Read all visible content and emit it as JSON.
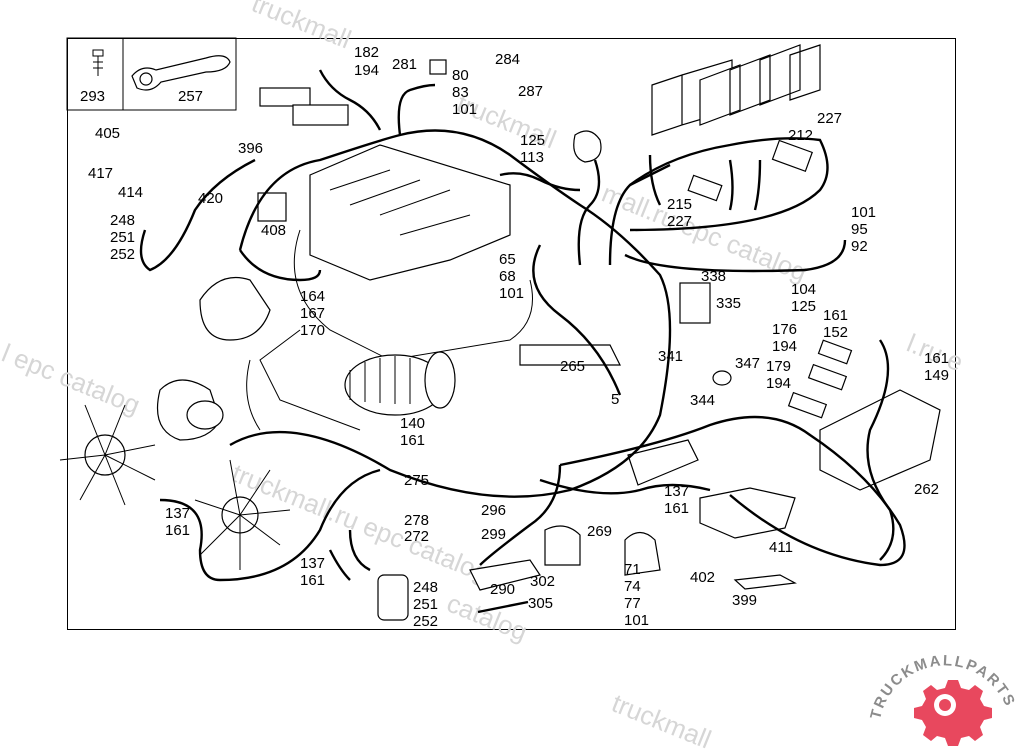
{
  "watermark": {
    "text_1": "truckmall",
    "text_2": "l epc catalog",
    "text_3": "truckmall",
    "text_4": "mall.ru epc catalog",
    "text_5": "catalog",
    "text_6": "truckmall.ru epc catalog",
    "text_7": "ru epc catalog",
    "text_8": "l.ru e"
  },
  "logo": {
    "brand": "TRUCKMALLPARTS",
    "colors": {
      "gray": "#8c8c8c",
      "red": "#e8485e"
    }
  },
  "callouts": [
    "293",
    "257",
    "182",
    "194",
    "281",
    "80",
    "83",
    "101",
    "284",
    "287",
    "405",
    "396",
    "417",
    "414",
    "420",
    "248",
    "251",
    "252",
    "408",
    "125",
    "113",
    "227",
    "212",
    "215",
    "227",
    "101",
    "95",
    "92",
    "65",
    "68",
    "101",
    "338",
    "335",
    "104",
    "125",
    "164",
    "167",
    "170",
    "176",
    "194",
    "161",
    "152",
    "341",
    "347",
    "179",
    "194",
    "161",
    "149",
    "265",
    "5",
    "344",
    "140",
    "161",
    "275",
    "278",
    "272",
    "296",
    "299",
    "137",
    "161",
    "262",
    "269",
    "137",
    "161",
    "290",
    "302",
    "305",
    "71",
    "74",
    "77",
    "101",
    "411",
    "402",
    "399",
    "248",
    "251",
    "252",
    "137",
    "161"
  ]
}
